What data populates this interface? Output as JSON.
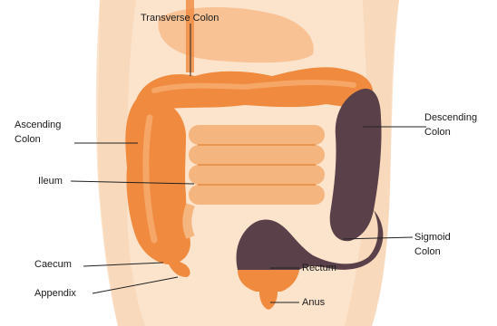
{
  "labels": {
    "transverse_colon": [
      "Transverse Colon"
    ],
    "ascending_colon": [
      "Ascending",
      "Colon"
    ],
    "descending_colon": [
      "Descending",
      "Colon"
    ],
    "ileum": [
      "Ileum"
    ],
    "caecum": [
      "Caecum"
    ],
    "appendix": [
      "Appendix"
    ],
    "sigmoid_colon": [
      "Sigmoid",
      "Colon"
    ],
    "rectum": [
      "Rectum"
    ],
    "anus": [
      "Anus"
    ]
  },
  "colors": {
    "background": "#ffffff",
    "skin": "#fbe3cc",
    "skin_shade": "#f3caa3",
    "colon_orange": "#ef8a3e",
    "colon_light": "#f6a768",
    "ileum": "#f5b57e",
    "ileum_stripe": "#e89552",
    "highlight_dark": "#5a4048",
    "leader_line": "#222222"
  }
}
